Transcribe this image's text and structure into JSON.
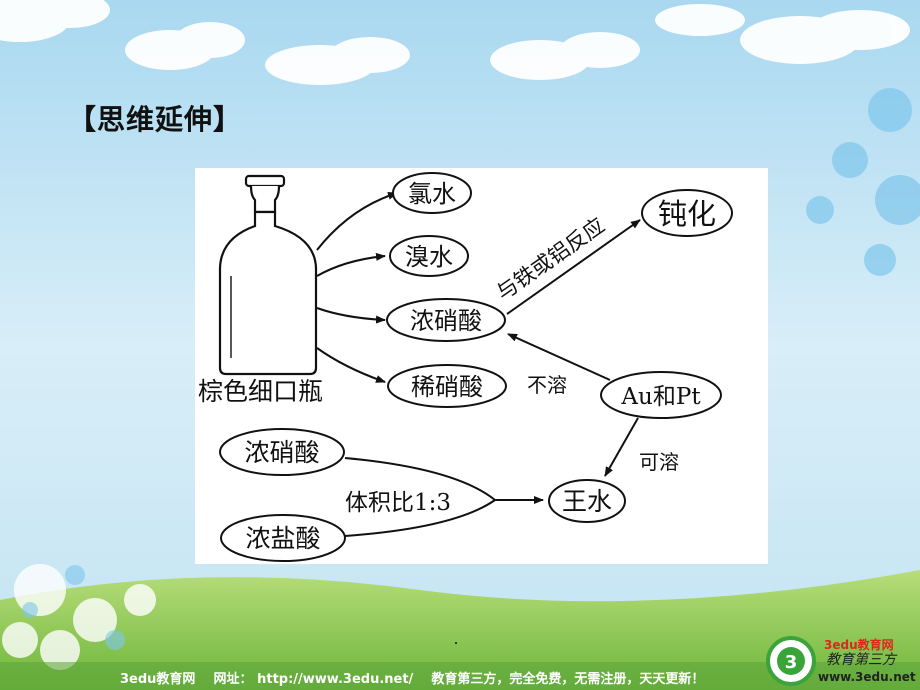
{
  "slide": {
    "title": "【思维延伸】"
  },
  "diagram": {
    "bottle_label": "棕色细口瓶",
    "node_chlorine_water": "氯水",
    "node_bromine_water": "溴水",
    "node_conc_nitric": "浓硝酸",
    "node_dilute_nitric": "稀硝酸",
    "node_passivation": "钝化",
    "node_au_pt": "Au和Pt",
    "node_conc_nitric_2": "浓硝酸",
    "node_conc_hcl": "浓盐酸",
    "node_aqua_regia": "王水",
    "edge_fe_al": "与铁或铝反应",
    "edge_insoluble": "不溶",
    "edge_soluble": "可溶",
    "edge_ratio": "体积比1:3"
  },
  "footer": {
    "site": "3edu教育网",
    "address_label": "网址：",
    "url": "http://www.3edu.net/",
    "slogan": "教育第三方，完全免费，无需注册，天天更新！",
    "logo_brand": "3edu教育网",
    "logo_url": "www.3edu.net"
  },
  "colors": {
    "sky": "#c9e6f4",
    "grass": "#8cc84b",
    "brand_red": "#e0261b",
    "logo_green": "#3aa43a"
  }
}
